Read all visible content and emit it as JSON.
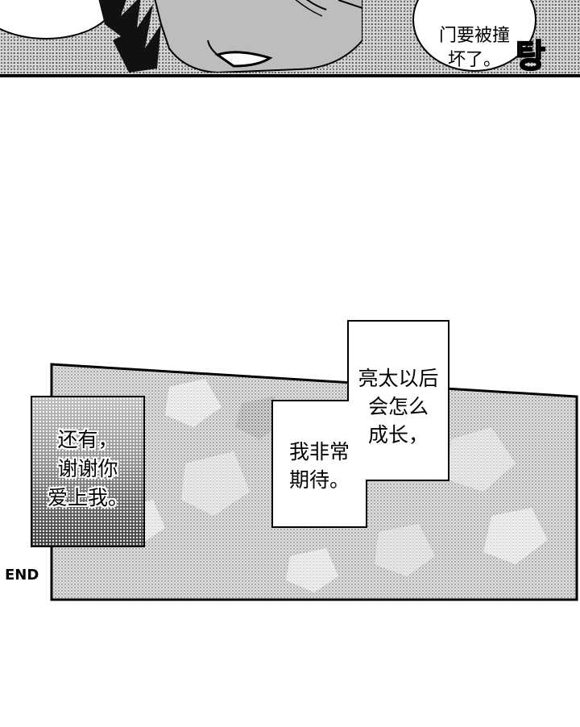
{
  "top_panel": {
    "speech_bubble": {
      "lines": [
        "",
        "门要被撞",
        "坏了。"
      ]
    },
    "sfx": "탕"
  },
  "bottom_panel": {
    "caption_left": {
      "lines": [
        "还有，",
        "谢谢你",
        "爱上我。"
      ]
    },
    "caption_right_top": {
      "lines": [
        "亮太以后",
        "会怎么",
        "成长，"
      ]
    },
    "caption_right_bottom": {
      "lines": [
        "我非常",
        "期待。"
      ]
    }
  },
  "end_label": "END"
}
